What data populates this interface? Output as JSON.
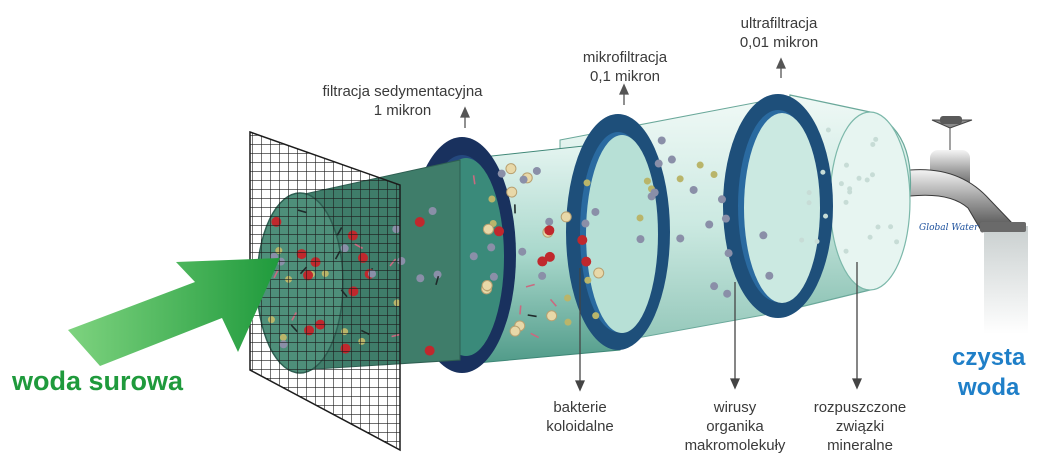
{
  "labels": {
    "raw_water": "woda surowa",
    "clean_water": [
      "czysta",
      "woda"
    ],
    "stage_sediment": [
      "filtracja sedymentacyjna",
      "1 mikron"
    ],
    "stage_micro": [
      "mikrofiltracja",
      "0,1 mikron"
    ],
    "stage_ultra": [
      "ultrafiltracja",
      "0,01 mikron"
    ],
    "removed_bacteria": [
      "bakterie",
      "koloidalne"
    ],
    "removed_viruses": [
      "wirusy",
      "organika",
      "makromolekuły"
    ],
    "passed_minerals": [
      "rozpuszczone",
      "związki",
      "mineralne"
    ],
    "brand": "Global Water"
  },
  "colors": {
    "arrow_green": "#2fb34a",
    "raw_label": "#1f9a3c",
    "clean_label": "#1f7fc8",
    "ring_blue": "#1e4f7a",
    "tube_teal": "#5fa899",
    "tube_light": "#d3ece6",
    "bacteria_red": "#c0282d",
    "virus_gray": "#8a8fa8",
    "particle_olive": "#b9b56a"
  },
  "icons": [
    "input-arrow-icon",
    "mesh-screen-icon",
    "faucet-icon",
    "water-stream-icon"
  ]
}
